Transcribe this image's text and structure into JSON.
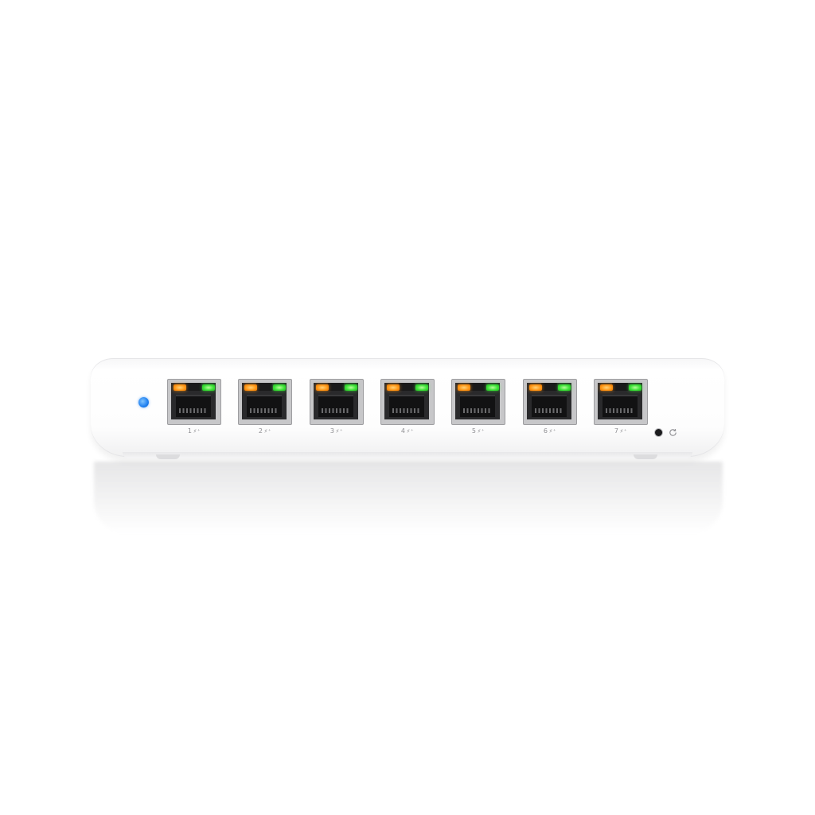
{
  "device": {
    "status_led_color": "#1e7ff0",
    "link_led_color": "#ff9a1a",
    "activity_led_color": "#3fe23a",
    "body_color": "#ffffff",
    "ports": [
      {
        "label": "1",
        "poe_icon": "poe-plus-icon"
      },
      {
        "label": "2",
        "poe_icon": "poe-plus-icon"
      },
      {
        "label": "3",
        "poe_icon": "poe-plus-icon"
      },
      {
        "label": "4",
        "poe_icon": "poe-plus-icon"
      },
      {
        "label": "5",
        "poe_icon": "poe-plus-icon"
      },
      {
        "label": "6",
        "poe_icon": "poe-plus-icon"
      },
      {
        "label": "7",
        "poe_icon": "poe-plus-icon"
      }
    ],
    "reset_icon": "reset-icon"
  }
}
